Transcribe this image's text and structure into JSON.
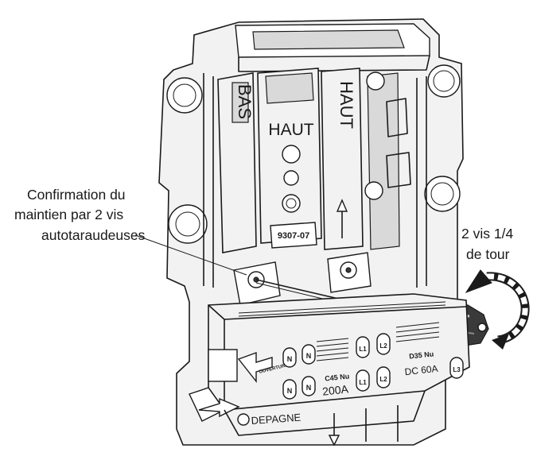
{
  "annotations": {
    "left_callout": [
      "Confirmation du",
      "maintien par 2 vis",
      "autotaraudeuses"
    ],
    "right_callout": [
      "2 vis 1/4",
      "de tour"
    ]
  },
  "device_labels": {
    "bas": "BAS",
    "haut_center": "HAUT",
    "haut_right": "HAUT",
    "part_number": "9307-07",
    "ouverture": "OUVERTURE",
    "neutral": "N",
    "l1": "L1",
    "l2": "L2",
    "l3": "L3",
    "rating_left": "C45 Nu",
    "rating_left_amps": "200A",
    "rating_right": "D35 Nu",
    "rating_right_amps": "DC 60A",
    "brand": "DEPAGNE"
  }
}
